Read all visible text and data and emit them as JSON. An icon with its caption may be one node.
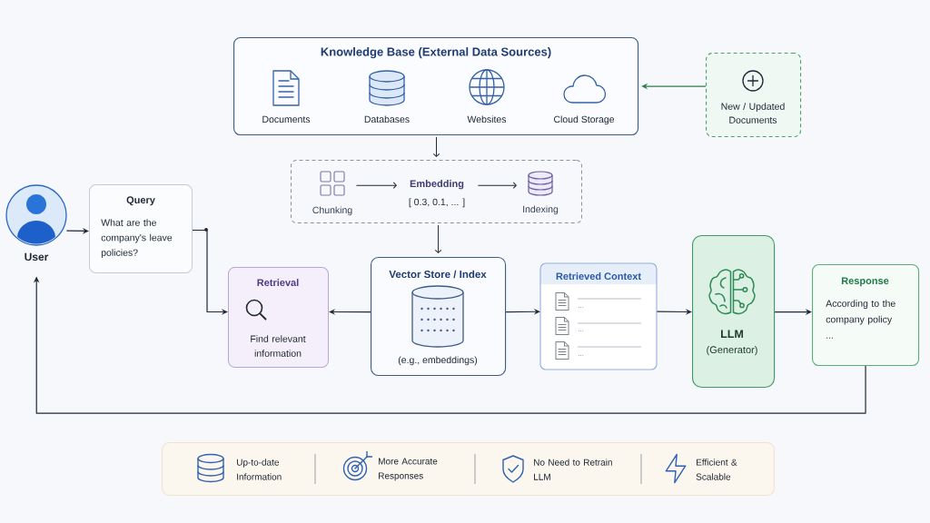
{
  "diagram": {
    "nodes": [
      {
        "text": [
          "Knowledge Base (External Data Sources)",
          "Documents",
          "Databases",
          "Websites",
          "Cloud Storage"
        ]
      },
      {
        "text": [
          "New / Updated Documents"
        ]
      },
      {
        "text": [],
        "shape": "box"
      },
      {
        "text": [
          "Chunking"
        ],
        "in": 2
      },
      {
        "text": [
          "Embedding",
          "[ 0.3, 0.1, ... ]"
        ],
        "in": 2
      },
      {
        "text": [
          "Indexing"
        ],
        "in": 2
      },
      {
        "text": [
          "User"
        ]
      },
      {
        "text": [
          "Query",
          "What are the company's leave policies?"
        ]
      },
      {
        "text": [
          "Retrieval",
          "Find relevant information"
        ]
      },
      {
        "text": [
          "Vector Store / Index",
          "(e.g., embeddings)"
        ]
      },
      {
        "text": [
          "Retrieved Context",
          "...",
          "...",
          "..."
        ]
      },
      {
        "text": [
          "LLM",
          "(Generator)"
        ]
      },
      {
        "text": [
          "Response",
          "According to the company policy ..."
        ]
      },
      {
        "text": [
          "Up-to-date Information",
          "More Accurate Responses",
          "No Need to Retrain LLM",
          "Efficient & Scalable"
        ]
      }
    ],
    "edges": [
      {
        "from": 1,
        "to": 0,
        "arrow": "to",
        "color": "#2e7d4a"
      },
      {
        "from": 0,
        "to": 2,
        "arrow": "to"
      },
      {
        "from": 3,
        "to": 4,
        "arrow": "to"
      },
      {
        "from": 4,
        "to": 5,
        "arrow": "to"
      },
      {
        "from": 2,
        "to": 9,
        "arrow": "to"
      },
      {
        "from": 6,
        "to": 7,
        "arrow": "to"
      },
      {
        "from": 7,
        "to": 8,
        "arrow": "to"
      },
      {
        "from": 9,
        "to": 8,
        "arrow": "to"
      },
      {
        "from": 9,
        "to": 10,
        "arrow": "to"
      },
      {
        "from": 10,
        "to": 11,
        "arrow": "to"
      },
      {
        "from": 11,
        "to": 12,
        "arrow": "to"
      },
      {
        "from": 12,
        "to": 6,
        "arrow": "to"
      }
    ]
  }
}
